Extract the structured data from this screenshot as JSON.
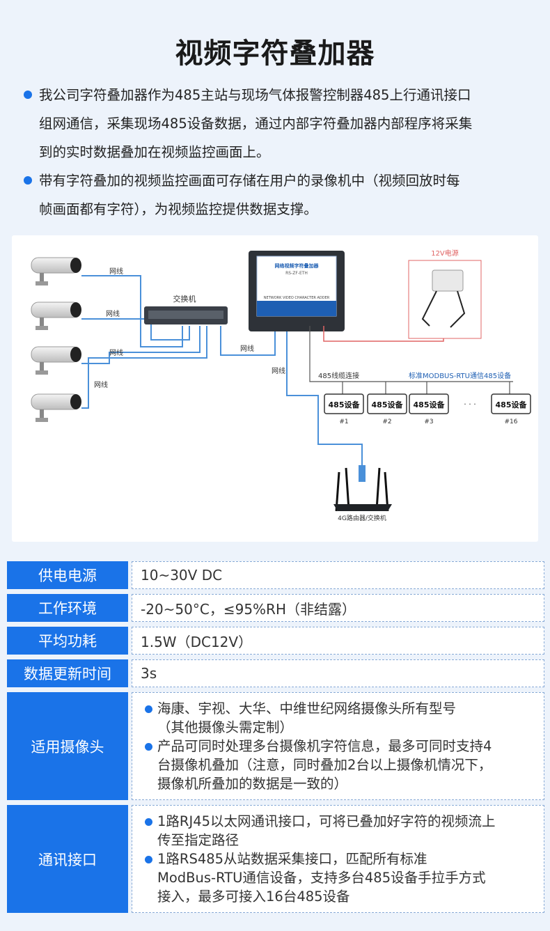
{
  "title": "视频字符叠加器",
  "intro": [
    [
      "我公司字符叠加器作为485主站与现场气体报警控制器485上行通讯接口",
      "组网通信，采集现场485设备数据，通过内部字符叠加器内部程序将采集",
      "到的实时数据叠加在视频监控画面上。"
    ],
    [
      "带有字符叠加的视频监控画面可存储在用户的录像机中（视频回放时每",
      "帧画面都有字符），为视频监控提供数据支撑。"
    ]
  ],
  "diagram": {
    "cable_labels": [
      "网线",
      "网线",
      "网线",
      "网线",
      "网线",
      "网线"
    ],
    "switch_label": "交换机",
    "device_title": "网络视频字符叠加器",
    "device_model": "RS-ZF-ETH",
    "device_subtitle": "NETWORK VIDEO CHARACTER ADDER",
    "power_label": "12V电源",
    "bus_label": "485线缆连接",
    "modbus_label": "标准MODBUS-RTU通信485设备",
    "devices": [
      {
        "name": "485设备",
        "num": "#1"
      },
      {
        "name": "485设备",
        "num": "#2"
      },
      {
        "name": "485设备",
        "num": "#3"
      },
      {
        "name": "485设备",
        "num": "#16"
      }
    ],
    "ellipsis": "· · ·",
    "router_label": "4G路由器/交换机",
    "colors": {
      "cable": "#4a90d9",
      "power": "#e06464",
      "accent": "#1a73e8"
    }
  },
  "specs": [
    {
      "label": "供电电源",
      "lines": [
        "10~30V DC"
      ]
    },
    {
      "label": "工作环境",
      "lines": [
        "-20~50°C，≤95%RH（非结露）"
      ]
    },
    {
      "label": "平均功耗",
      "lines": [
        "1.5W（DC12V）"
      ]
    },
    {
      "label": "数据更新时间",
      "lines": [
        "3s"
      ]
    }
  ],
  "cameras": {
    "label": "适用摄像头",
    "bullets": [
      [
        "海康、宇视、大华、中维世纪网络摄像头所有型号",
        "（其他摄像头需定制）"
      ],
      [
        "产品可同时处理多台摄像机字符信息，最多可同时支持4",
        "台摄像机叠加（注意，同时叠加2台以上摄像机情况下，",
        "摄像机所叠加的数据是一致的）"
      ]
    ]
  },
  "comm": {
    "label": "通讯接口",
    "bullets": [
      [
        "1路RJ45以太网通讯接口，可将已叠加好字符的视频流上",
        "传至指定路径"
      ],
      [
        "1路RS485从站数据采集接口，匹配所有标准",
        " ModBus-RTU通信设备，支持多台485设备手拉手方式",
        "接入，最多可接入16台485设备"
      ]
    ]
  }
}
